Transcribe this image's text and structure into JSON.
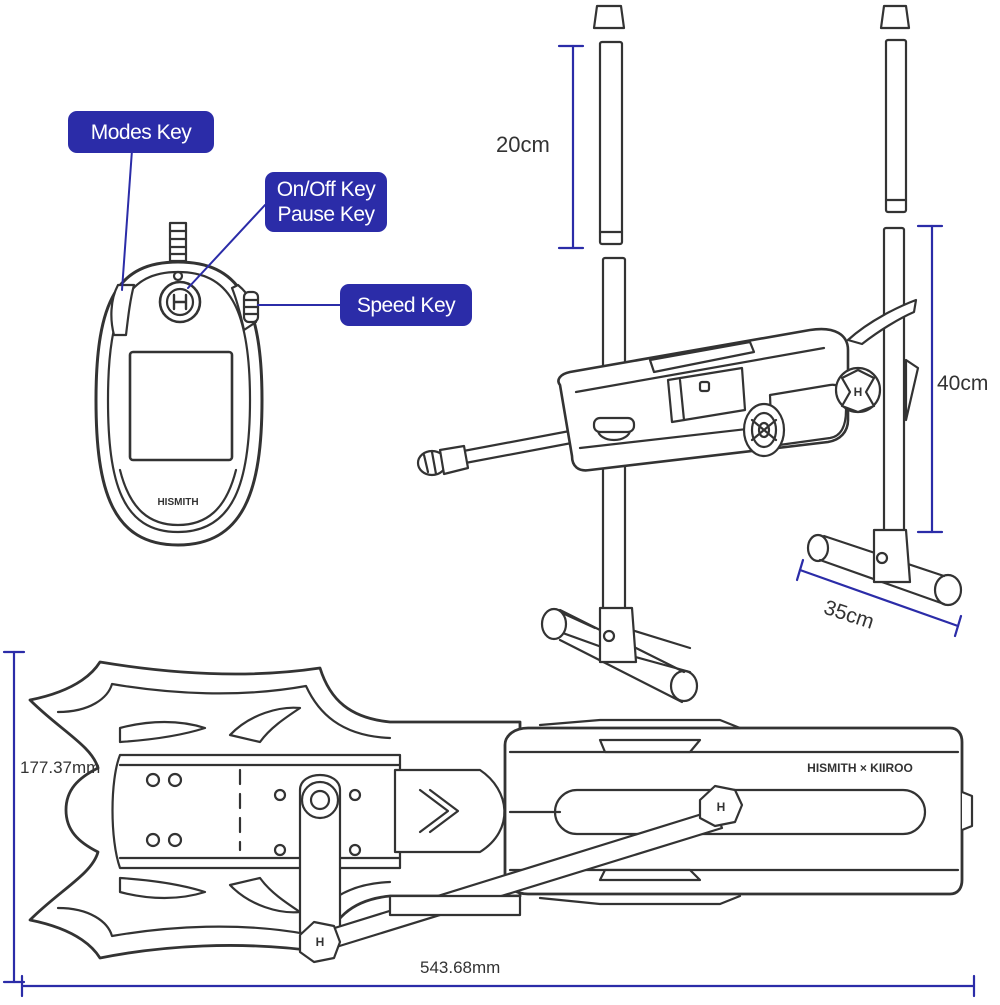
{
  "callouts": {
    "modes_key": "Modes Key",
    "onoff_key": "On/Off Key",
    "pause_key": "Pause Key",
    "speed_key": "Speed Key"
  },
  "dimensions": {
    "upper_pole": "20cm",
    "lower_pole": "40cm",
    "base_width": "35cm",
    "body_height": "177.37mm",
    "body_length": "543.68mm"
  },
  "brand": {
    "remote_logo": "HISMITH",
    "body_logo": "HISMITH × KIIROO"
  },
  "colors": {
    "callout_bg": "#2b2ca8",
    "dimension_line": "#2b2ca8",
    "line_art": "#333333"
  }
}
